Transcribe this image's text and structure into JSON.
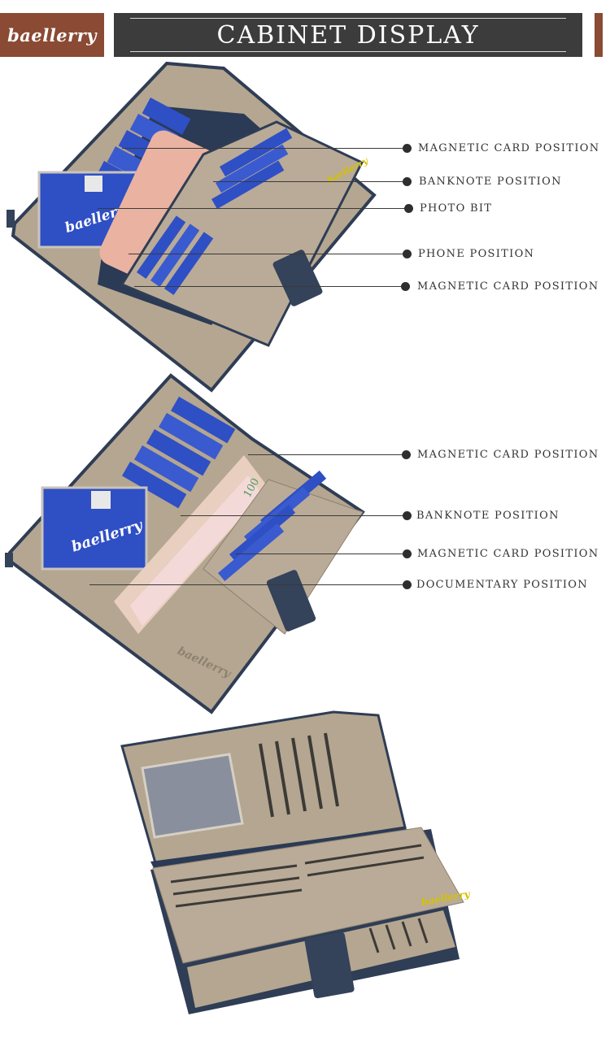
{
  "header": {
    "brand": "baellerry",
    "title": "CABINET DISPLAY"
  },
  "colors": {
    "brand": "#8a4a33",
    "title_bar": "#3c3c3c",
    "leather_inner": "#b9ab97",
    "leather_outer": "#2f3d55",
    "card_blue": "#2f4fc4",
    "phone_pink": "#eab2a0"
  },
  "section1": {
    "callouts": [
      {
        "label": "MAGNETIC CARD POSITION"
      },
      {
        "label": "BANKNOTE POSITION"
      },
      {
        "label": "PHOTO BIT"
      },
      {
        "label": "PHONE POSITION"
      },
      {
        "label": "MAGNETIC CARD POSITION"
      }
    ],
    "id_card_logo": "baellerry",
    "flap_logo": "baellerry"
  },
  "section2": {
    "callouts": [
      {
        "label": "MAGNETIC CARD POSITION"
      },
      {
        "label": "BANKNOTE POSITION"
      },
      {
        "label": "MAGNETIC CARD POSITION"
      },
      {
        "label": "DOCUMENTARY POSITION"
      }
    ],
    "id_card_logo": "baellerry",
    "banknote_value": "100",
    "embossed_logo": "baellerry"
  },
  "section3": {
    "flap_logo": "baellerry"
  }
}
